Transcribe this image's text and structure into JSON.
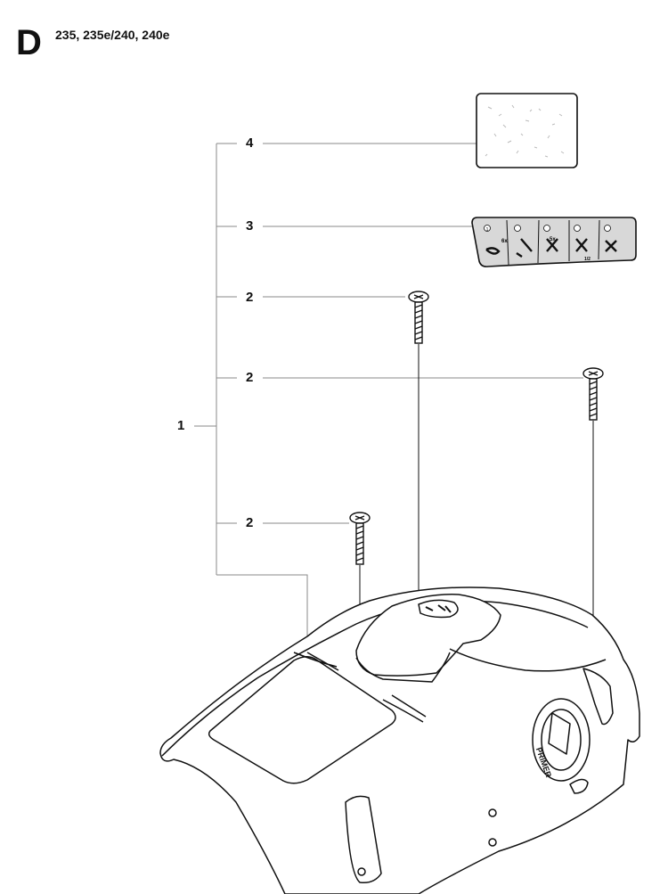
{
  "header": {
    "section": "D",
    "models": "235, 235e/240, 240e"
  },
  "callouts": {
    "part4": "4",
    "part3": "3",
    "part2a": "2",
    "part2b": "2",
    "part1": "1",
    "part2c": "2"
  },
  "decal_marks": {
    "step1": "1",
    "step1_count": "6x",
    "step3_count": "5x",
    "step4_fraction": "1/2"
  },
  "cover_text": {
    "primer": "PRIMER"
  },
  "colors": {
    "line": "#222222",
    "leader": "#888888",
    "decal_fill": "#d8d8d8"
  }
}
